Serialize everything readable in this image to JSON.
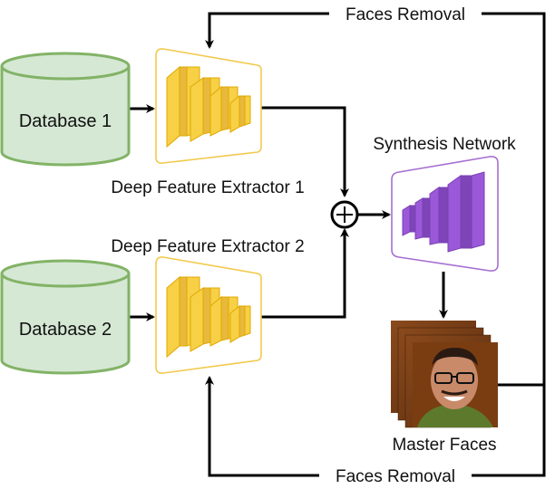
{
  "nodes": {
    "database_1": {
      "label": "Database 1"
    },
    "database_2": {
      "label": "Database 2"
    },
    "extractor_1": {
      "label": "Deep Feature Extractor 1"
    },
    "extractor_2": {
      "label": "Deep Feature Extractor 2"
    },
    "synthesis": {
      "label": "Synthesis Network"
    },
    "master_faces": {
      "label": "Master Faces"
    }
  },
  "edges": {
    "top_feedback": {
      "label": "Faces Removal"
    },
    "bottom_feedback": {
      "label": "Faces Removal"
    }
  },
  "colors": {
    "database_fill": "#d5e8d4",
    "database_stroke": "#82b366",
    "extractor_stroke": "#f2c94c",
    "extractor_layer": "#f7d046",
    "synthesis_stroke": "#a56fd1",
    "synthesis_layer": "#9b59d9",
    "line": "#000000"
  },
  "icons": {
    "sum_node": "circle-plus-icon",
    "face_stack": "portrait-stack-icon"
  }
}
